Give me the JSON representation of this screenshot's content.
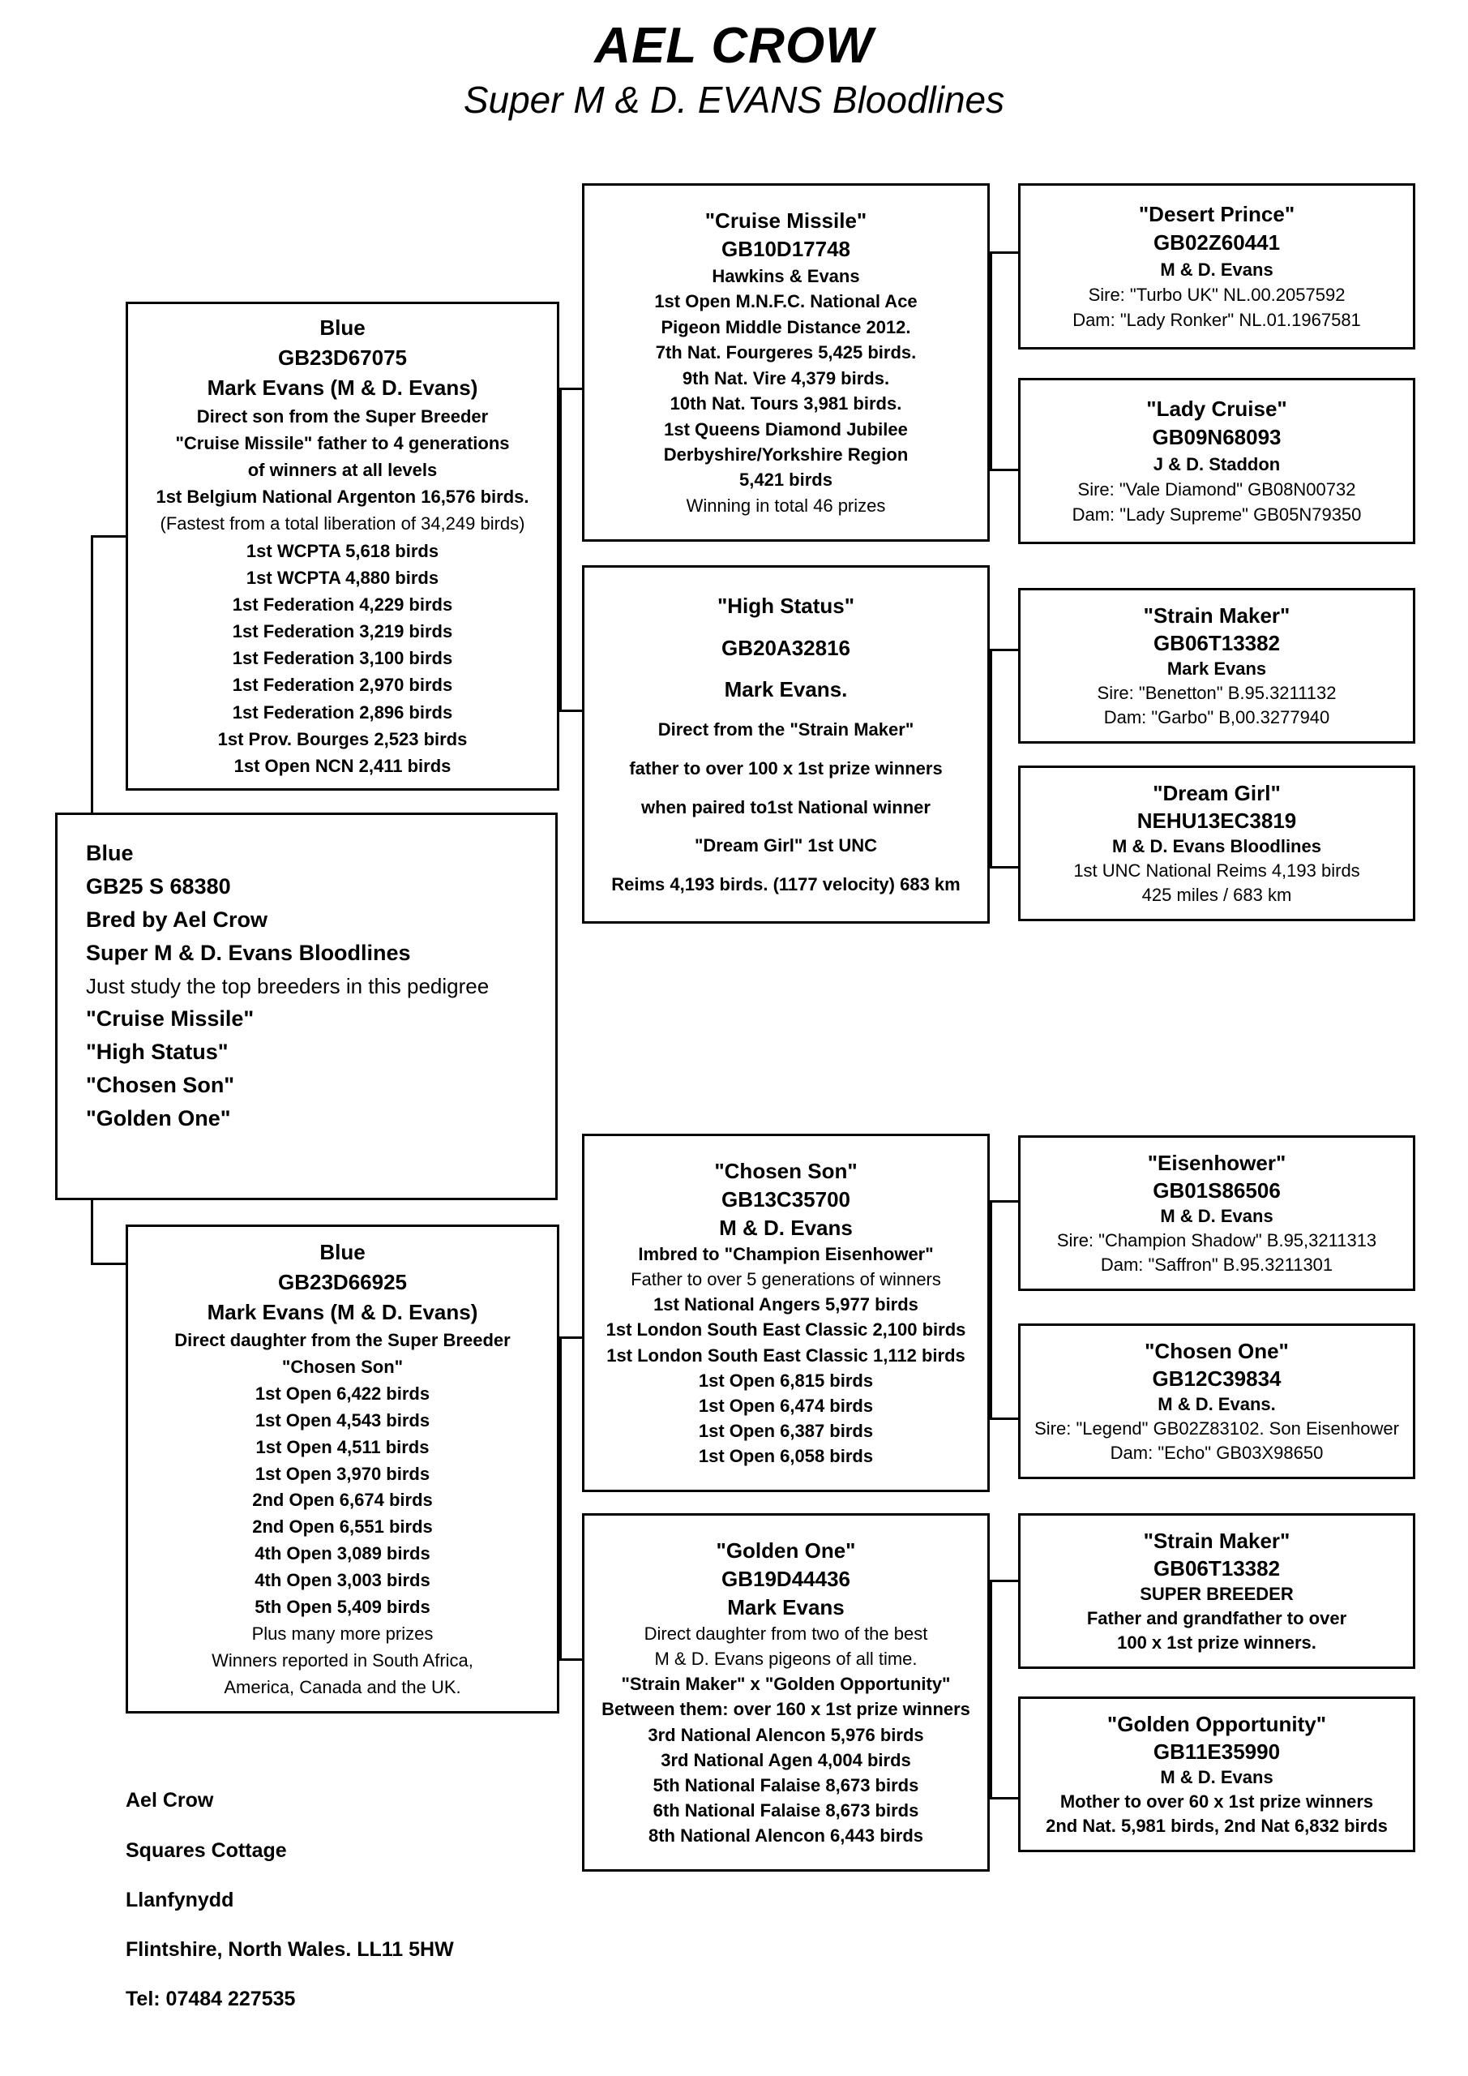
{
  "header": {
    "title": "AEL CROW",
    "subtitle": "Super M & D. EVANS Bloodlines"
  },
  "subject": {
    "color": "Blue",
    "ring": "GB25 S 68380",
    "bred_by": "Bred by Ael Crow",
    "bloodlines": "Super M & D. Evans Bloodlines",
    "note": "Just study the top breeders in this pedigree",
    "breeder_1": "\"Cruise Missile\"",
    "breeder_2": "\"High Status\"",
    "breeder_3": "\"Chosen Son\"",
    "breeder_4": "\"Golden One\""
  },
  "sire": {
    "lines": [
      {
        "t": "Blue",
        "b": true,
        "s": 26
      },
      {
        "t": "GB23D67075",
        "b": true,
        "s": 26
      },
      {
        "t": "Mark Evans (M & D. Evans)",
        "b": true,
        "s": 26
      },
      {
        "t": "Direct son from the Super Breeder",
        "b": true,
        "s": 22
      },
      {
        "t": "\"Cruise Missile\" father to 4 generations",
        "b": true,
        "s": 22
      },
      {
        "t": "of winners at all levels",
        "b": true,
        "s": 22
      },
      {
        "t": "1st Belgium National Argenton 16,576 birds.",
        "b": true,
        "s": 22
      },
      {
        "t": "(Fastest from a total liberation of 34,249 birds)",
        "b": false,
        "s": 22
      },
      {
        "t": "1st WCPTA 5,618 birds",
        "b": true,
        "s": 22
      },
      {
        "t": "1st WCPTA 4,880 birds",
        "b": true,
        "s": 22
      },
      {
        "t": "1st Federation 4,229 birds",
        "b": true,
        "s": 22
      },
      {
        "t": "1st Federation 3,219 birds",
        "b": true,
        "s": 22
      },
      {
        "t": "1st Federation 3,100 birds",
        "b": true,
        "s": 22
      },
      {
        "t": "1st Federation 2,970 birds",
        "b": true,
        "s": 22
      },
      {
        "t": "1st Federation 2,896 birds",
        "b": true,
        "s": 22
      },
      {
        "t": "1st Prov. Bourges 2,523 birds",
        "b": true,
        "s": 22
      },
      {
        "t": "1st Open NCN 2,411 birds",
        "b": true,
        "s": 22
      }
    ]
  },
  "dam": {
    "lines": [
      {
        "t": "Blue",
        "b": true,
        "s": 26
      },
      {
        "t": "GB23D66925",
        "b": true,
        "s": 26
      },
      {
        "t": "Mark Evans (M & D. Evans)",
        "b": true,
        "s": 26
      },
      {
        "t": "Direct daughter from the Super Breeder",
        "b": true,
        "s": 22
      },
      {
        "t": "\"Chosen Son\"",
        "b": true,
        "s": 22
      },
      {
        "t": "1st Open 6,422 birds",
        "b": true,
        "s": 22
      },
      {
        "t": "1st Open 4,543 birds",
        "b": true,
        "s": 22
      },
      {
        "t": "1st Open 4,511 birds",
        "b": true,
        "s": 22
      },
      {
        "t": "1st Open 3,970 birds",
        "b": true,
        "s": 22
      },
      {
        "t": "2nd Open 6,674 birds",
        "b": true,
        "s": 22
      },
      {
        "t": "2nd Open 6,551 birds",
        "b": true,
        "s": 22
      },
      {
        "t": "4th Open 3,089 birds",
        "b": true,
        "s": 22
      },
      {
        "t": "4th Open 3,003 birds",
        "b": true,
        "s": 22
      },
      {
        "t": "5th Open 5,409 birds",
        "b": true,
        "s": 22
      },
      {
        "t": "Plus many more prizes",
        "b": false,
        "s": 22
      },
      {
        "t": "Winners reported in South Africa,",
        "b": false,
        "s": 22
      },
      {
        "t": "America, Canada and the UK.",
        "b": false,
        "s": 22
      }
    ]
  },
  "cruise_missile": {
    "lines": [
      {
        "t": "\"Cruise Missile\"",
        "b": true,
        "s": 26
      },
      {
        "t": "GB10D17748",
        "b": true,
        "s": 26
      },
      {
        "t": "Hawkins & Evans",
        "b": true,
        "s": 22
      },
      {
        "t": "1st Open M.N.F.C. National Ace",
        "b": true,
        "s": 22
      },
      {
        "t": "Pigeon Middle Distance 2012.",
        "b": true,
        "s": 22
      },
      {
        "t": "7th Nat. Fourgeres 5,425 birds.",
        "b": true,
        "s": 22
      },
      {
        "t": "9th Nat. Vire 4,379 birds.",
        "b": true,
        "s": 22
      },
      {
        "t": "10th Nat. Tours 3,981 birds.",
        "b": true,
        "s": 22
      },
      {
        "t": "1st Queens Diamond Jubilee",
        "b": true,
        "s": 22
      },
      {
        "t": "Derbyshire/Yorkshire Region",
        "b": true,
        "s": 22
      },
      {
        "t": "5,421 birds",
        "b": true,
        "s": 22
      },
      {
        "t": "Winning in total 46 prizes",
        "b": false,
        "s": 22
      }
    ]
  },
  "high_status": {
    "lines": [
      {
        "t": "\"High Status\"",
        "b": true,
        "s": 26
      },
      {
        "t": "GB20A32816",
        "b": true,
        "s": 26
      },
      {
        "t": "Mark Evans.",
        "b": true,
        "s": 26
      },
      {
        "t": "Direct from the \"Strain Maker\"",
        "b": true,
        "s": 22
      },
      {
        "t": "father to over 100 x 1st prize winners",
        "b": true,
        "s": 22
      },
      {
        "t": "when paired to1st  National winner",
        "b": true,
        "s": 22
      },
      {
        "t": "\"Dream Girl\" 1st UNC",
        "b": true,
        "s": 22
      },
      {
        "t": "Reims 4,193 birds. (1177 velocity) 683 km",
        "b": true,
        "s": 22
      }
    ]
  },
  "chosen_son": {
    "lines": [
      {
        "t": "\"Chosen Son\"",
        "b": true,
        "s": 26
      },
      {
        "t": "GB13C35700",
        "b": true,
        "s": 26
      },
      {
        "t": "M & D. Evans",
        "b": true,
        "s": 26
      },
      {
        "t": "Imbred to \"Champion Eisenhower\"",
        "b": true,
        "s": 22
      },
      {
        "t": "Father to over 5 generations of winners",
        "b": false,
        "s": 22
      },
      {
        "t": "1st National Angers 5,977 birds",
        "b": true,
        "s": 22
      },
      {
        "t": "1st London South East Classic 2,100 birds",
        "b": true,
        "s": 22
      },
      {
        "t": "1st London South East Classic 1,112 birds",
        "b": true,
        "s": 22
      },
      {
        "t": "1st Open 6,815 birds",
        "b": true,
        "s": 22
      },
      {
        "t": "1st Open 6,474 birds",
        "b": true,
        "s": 22
      },
      {
        "t": "1st Open 6,387 birds",
        "b": true,
        "s": 22
      },
      {
        "t": "1st Open 6,058 birds",
        "b": true,
        "s": 22
      }
    ]
  },
  "golden_one": {
    "lines": [
      {
        "t": "\"Golden One\"",
        "b": true,
        "s": 26
      },
      {
        "t": "GB19D44436",
        "b": true,
        "s": 26
      },
      {
        "t": "Mark Evans",
        "b": true,
        "s": 26
      },
      {
        "t": "Direct daughter from two of the best",
        "b": false,
        "s": 22
      },
      {
        "t": "M & D. Evans pigeons of all time.",
        "b": false,
        "s": 22
      },
      {
        "t": "\"Strain Maker\" x \"Golden Opportunity\"",
        "b": true,
        "s": 22
      },
      {
        "t": "Between them: over 160 x 1st prize winners",
        "b": true,
        "s": 22
      },
      {
        "t": "3rd National Alencon 5,976 birds",
        "b": true,
        "s": 22
      },
      {
        "t": "3rd National Agen 4,004 birds",
        "b": true,
        "s": 22
      },
      {
        "t": "5th National Falaise 8,673 birds",
        "b": true,
        "s": 22
      },
      {
        "t": "6th National Falaise 8,673 birds",
        "b": true,
        "s": 22
      },
      {
        "t": "8th National Alencon 6,443 birds",
        "b": true,
        "s": 22
      }
    ]
  },
  "desert_prince": {
    "lines": [
      {
        "t": "\"Desert Prince\"",
        "b": true,
        "s": 26
      },
      {
        "t": "GB02Z60441",
        "b": true,
        "s": 26
      },
      {
        "t": "M & D. Evans",
        "b": true,
        "s": 22
      },
      {
        "t": "Sire: \"Turbo UK\" NL.00.2057592",
        "b": false,
        "s": 22
      },
      {
        "t": "Dam: \"Lady Ronker\" NL.01.1967581",
        "b": false,
        "s": 22
      }
    ]
  },
  "lady_cruise": {
    "lines": [
      {
        "t": "\"Lady Cruise\"",
        "b": true,
        "s": 26
      },
      {
        "t": "GB09N68093",
        "b": true,
        "s": 26
      },
      {
        "t": "J & D. Staddon",
        "b": true,
        "s": 22
      },
      {
        "t": "Sire: \"Vale Diamond\" GB08N00732",
        "b": false,
        "s": 22
      },
      {
        "t": "Dam: \"Lady Supreme\" GB05N79350",
        "b": false,
        "s": 22
      }
    ]
  },
  "strain_maker_top": {
    "lines": [
      {
        "t": "\"Strain Maker\"",
        "b": true,
        "s": 26
      },
      {
        "t": "GB06T13382",
        "b": true,
        "s": 26
      },
      {
        "t": "Mark Evans",
        "b": true,
        "s": 22
      },
      {
        "t": "Sire: \"Benetton\" B.95.3211132",
        "b": false,
        "s": 22
      },
      {
        "t": "Dam: \"Garbo\" B,00.3277940",
        "b": false,
        "s": 22
      }
    ]
  },
  "dream_girl": {
    "lines": [
      {
        "t": "\"Dream Girl\"",
        "b": true,
        "s": 26
      },
      {
        "t": "NEHU13EC3819",
        "b": true,
        "s": 26
      },
      {
        "t": "M & D. Evans Bloodlines",
        "b": true,
        "s": 22
      },
      {
        "t": "1st UNC National Reims 4,193 birds",
        "b": false,
        "s": 22
      },
      {
        "t": "425 miles / 683 km",
        "b": false,
        "s": 22
      }
    ]
  },
  "eisenhower": {
    "lines": [
      {
        "t": "\"Eisenhower\"",
        "b": true,
        "s": 26
      },
      {
        "t": "GB01S86506",
        "b": true,
        "s": 26
      },
      {
        "t": "M & D. Evans",
        "b": true,
        "s": 22
      },
      {
        "t": "Sire: \"Champion Shadow\" B.95,3211313",
        "b": false,
        "s": 22
      },
      {
        "t": "Dam: \"Saffron\" B.95.3211301",
        "b": false,
        "s": 22
      }
    ]
  },
  "chosen_one": {
    "lines": [
      {
        "t": "\"Chosen One\"",
        "b": true,
        "s": 26
      },
      {
        "t": "GB12C39834",
        "b": true,
        "s": 26
      },
      {
        "t": "M & D. Evans.",
        "b": true,
        "s": 22
      },
      {
        "t": "Sire: \"Legend\" GB02Z83102. Son Eisenhower",
        "b": false,
        "s": 22
      },
      {
        "t": "Dam: \"Echo\" GB03X98650",
        "b": false,
        "s": 22
      }
    ]
  },
  "strain_maker_bottom": {
    "lines": [
      {
        "t": "\"Strain Maker\"",
        "b": true,
        "s": 26
      },
      {
        "t": "GB06T13382",
        "b": true,
        "s": 26
      },
      {
        "t": "SUPER BREEDER",
        "b": true,
        "s": 22
      },
      {
        "t": "Father and grandfather to over",
        "b": true,
        "s": 22
      },
      {
        "t": "100 x 1st prize winners.",
        "b": true,
        "s": 22
      }
    ]
  },
  "golden_opportunity": {
    "lines": [
      {
        "t": "\"Golden Opportunity\"",
        "b": true,
        "s": 26
      },
      {
        "t": "GB11E35990",
        "b": true,
        "s": 26
      },
      {
        "t": "M & D. Evans",
        "b": true,
        "s": 22
      },
      {
        "t": "Mother to over 60 x 1st prize winners",
        "b": true,
        "s": 22
      },
      {
        "t": "2nd Nat. 5,981 birds, 2nd Nat 6,832 birds",
        "b": true,
        "s": 22
      }
    ]
  },
  "address": {
    "name": "Ael Crow",
    "line1": "Squares Cottage",
    "line2": "Llanfynydd",
    "line3": "Flintshire, North Wales. LL11 5HW",
    "line4": "Tel: 07484 227535"
  }
}
